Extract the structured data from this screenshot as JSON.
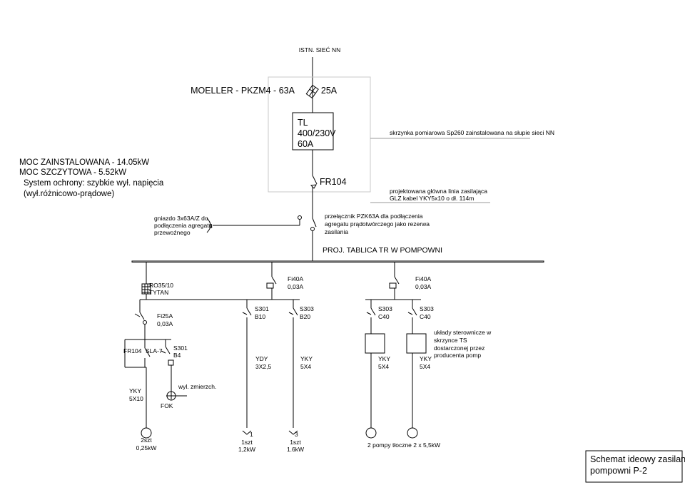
{
  "supply": {
    "grid_label": "ISTN. SIEĆ NN",
    "breaker_model": "MOELLER - PKZM4 - 63A",
    "fuse_rating": "25A",
    "meter_box_note": "skrzynka pomiarowa Sp260 zainstalowana na słupie sieci NN",
    "tl_lines": [
      "TL",
      "400/230V",
      "60A"
    ],
    "rcd_label": "FR104",
    "cable_note": [
      "projektowana główna linia zasilająca",
      "GLZ kabel YKY5x10 o dł. 114m"
    ]
  },
  "power_info": [
    "MOC ZAINSTALOWANA - 14.05kW",
    "MOC SZCZYTOWA - 5.52kW",
    "System ochrony: szybkie wył. napięcia",
    "(wył.różnicowo-prądowe)"
  ],
  "generator": {
    "socket_note": [
      "gniazdo 3x63A/Z do",
      "podłączenia agregatu",
      "przewoźnego"
    ],
    "socket_symbol": "3",
    "switch_note": [
      "przełącznik PZK63A dla podłączenia",
      "agregatu prądotwórczego jako rezerwa",
      "zasilania"
    ]
  },
  "board": {
    "title": "PROJ. TABLICA TR W POMPOWNI"
  },
  "upper_devices": [
    {
      "id": "ro35",
      "lines": [
        "RO35/10",
        "TYTAN"
      ]
    },
    {
      "id": "fi40a",
      "lines": [
        "Fi40A",
        "0,03A"
      ]
    },
    {
      "id": "fi40b",
      "lines": [
        "Fi40A",
        "0,03A"
      ]
    }
  ],
  "fi25": [
    "Fi25A",
    "0,03A"
  ],
  "aux": {
    "fr104": "FR104",
    "sla7": "SLA-7",
    "s301_b4": [
      "S301",
      "B4"
    ]
  },
  "circuits": [
    {
      "id": "c1",
      "breaker": [
        "S301",
        "B10"
      ],
      "cable": [
        "YDY",
        "3X2,5"
      ]
    },
    {
      "id": "c2",
      "breaker": [
        "S303",
        "B20"
      ],
      "cable": [
        "YKY",
        "5X4"
      ]
    },
    {
      "id": "c3",
      "breaker": [
        "S303",
        "C40"
      ],
      "cable": [
        "YKY",
        "5X4"
      ]
    },
    {
      "id": "c4",
      "breaker": [
        "S303",
        "C40"
      ],
      "cable": [
        "YKY",
        "5X4"
      ]
    }
  ],
  "controller_note": [
    "układy sterownicze w",
    "skrzynce TS",
    "dostarczonej przez",
    "producenta pomp"
  ],
  "left_branch": {
    "cable": [
      "YKY",
      "5X10"
    ],
    "fok": "FOK",
    "exit_note": "wyl. zmierzch."
  },
  "loads": [
    {
      "id": "l1",
      "lines": [
        "2szt",
        "0,25kW"
      ]
    },
    {
      "id": "l2",
      "symbol": "1",
      "lines": [
        "1szt",
        "1,2kW"
      ]
    },
    {
      "id": "l3",
      "symbol": "3",
      "lines": [
        "1szt",
        "1.6kW"
      ]
    },
    {
      "id": "l4",
      "lines": [
        "2 pompy tłoczne 2 x 5,5kW"
      ]
    }
  ],
  "title_block": [
    "Schemat ideowy zasilania",
    "pompowni P-2"
  ]
}
